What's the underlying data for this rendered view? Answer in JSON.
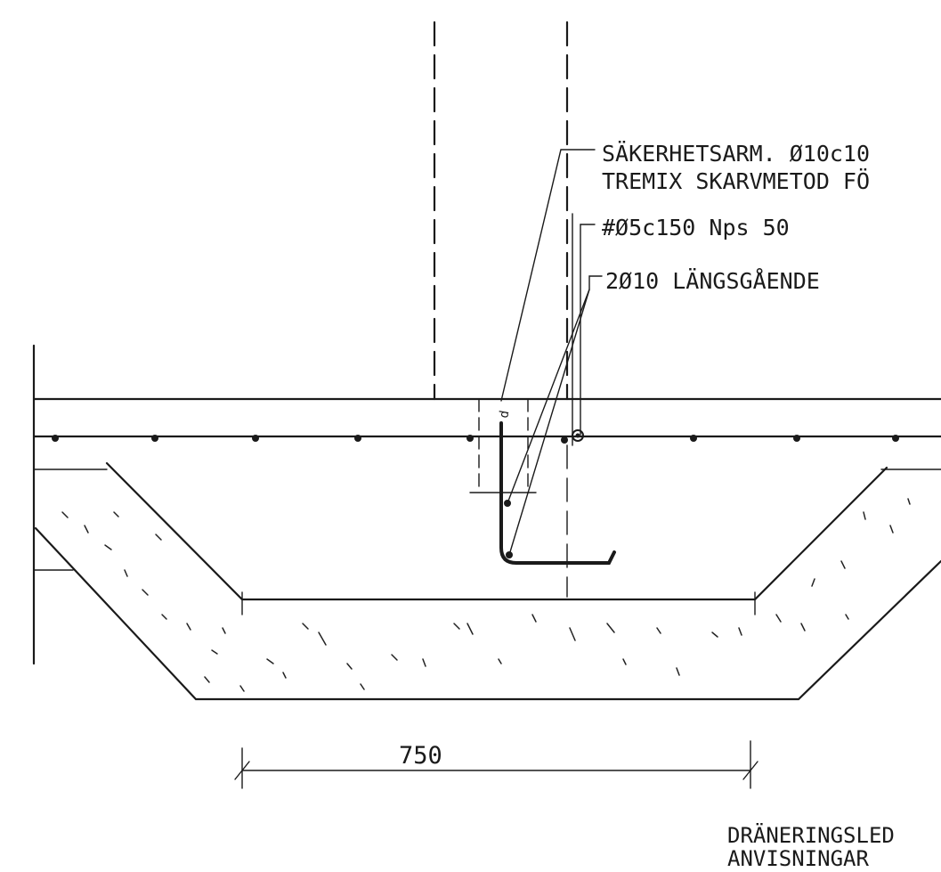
{
  "drawing": {
    "labels": {
      "safety_rebar": "SÄKERHETSARM. Ø10c10",
      "tremix_method": "TREMIX SKARVMETOD FÖ",
      "mesh": "#Ø5c150 Nps 50",
      "longitudinal": "2Ø10 LÄNGSGÅENDE"
    },
    "dimension": {
      "value": "750"
    },
    "title_block": {
      "line1": "DRÄNERINGSLED",
      "line2": "ANVISNINGAR"
    }
  }
}
